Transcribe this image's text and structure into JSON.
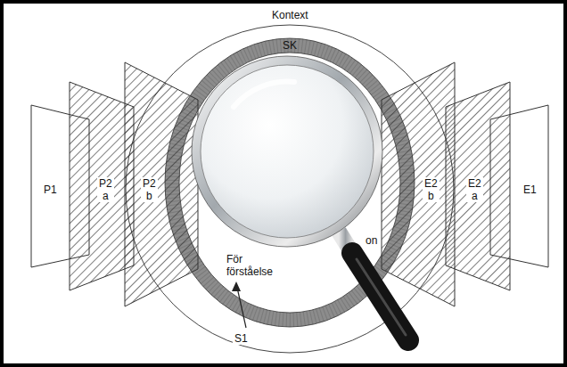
{
  "diagram": {
    "nodes": [
      {
        "text": [
          "Kontext"
        ]
      },
      {
        "text": [
          "SK"
        ],
        "in": 0
      },
      {
        "text": [
          "P1"
        ]
      },
      {
        "text": [
          "P2 a"
        ]
      },
      {
        "text": [
          "P2 b"
        ]
      },
      {
        "text": [
          "E2 b"
        ]
      },
      {
        "text": [
          "E2 a"
        ]
      },
      {
        "text": [
          "E1"
        ]
      }
    ],
    "labels": [
      "För förståelse",
      "on",
      "S1"
    ]
  }
}
